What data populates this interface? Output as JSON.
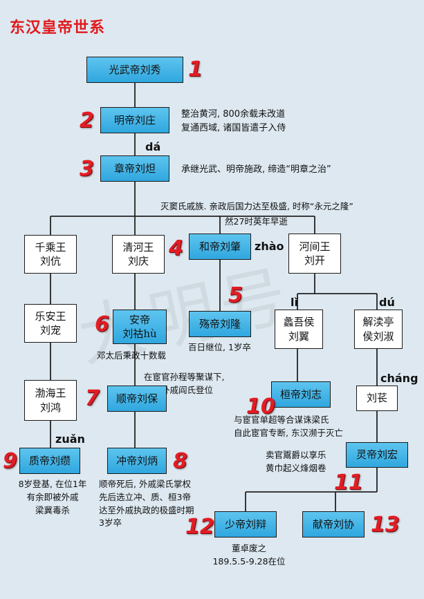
{
  "title": "东汉皇帝世系",
  "watermark": "大明号",
  "nodes": {
    "guangwu": "光武帝刘秀",
    "ming": "明帝刘庄",
    "zhang": "章帝刘炟",
    "qiancheng": "千乘王\n刘伉",
    "qinghe": "清河王\n刘庆",
    "he": "和帝刘肇",
    "hejian": "河间王\n刘开",
    "lean": "乐安王\n刘宠",
    "an": "安帝\n刘祜hù",
    "shang": "殇帝刘隆",
    "liwu": "蠡吾侯\n刘翼",
    "jiedu": "解渎亭\n侯刘淑",
    "bohai": "渤海王\n刘鸿",
    "shun": "顺帝刘保",
    "huan": "桓帝刘志",
    "liuchang": "刘苌",
    "zhi": "质帝刘缵",
    "chong": "冲帝刘炳",
    "ling": "灵帝刘宏",
    "shao": "少帝刘辩",
    "xian": "献帝刘协"
  },
  "numbers": [
    "1",
    "2",
    "3",
    "4",
    "5",
    "6",
    "7",
    "8",
    "9",
    "10",
    "11",
    "12",
    "13"
  ],
  "pinyin": {
    "da": "dá",
    "zhao": "zhào",
    "li": "lǐ",
    "du": "dú",
    "chang": "cháng",
    "zuan": "zuǎn"
  },
  "notes": {
    "ming": "整治黄河, 800余载未改道\n复通西域, 诸国皆遣子入侍",
    "zhang": "承继光武、明帝施政, 缔造“明章之治”",
    "he": "灭窦氏戚族. 亲政后国力达至极盛, 时称“永元之隆”",
    "he2": "然27时英年早逝",
    "shang": "百日继位, 1岁卒",
    "an": "邓太后秉政十数载",
    "shun": "在宦官孙程等聚谋下,\n诛灭外戚阎氏登位",
    "huan": "与宦官单超等合谋诛梁氏\n自此宦官专断, 东汉濒于灭亡",
    "ling": "卖官鬻爵以享乐\n黄巾起义烽烟卷",
    "zhi": "8岁登基, 在位1年\n有余即被外戚\n梁冀毒杀",
    "chong": "顺帝死后, 外戚梁氏掌权\n先后选立冲、质、桓3帝\n达至外戚执政的极盛时期\n3岁卒",
    "shao": "董卓废之\n189.5.5-9.28在位"
  }
}
